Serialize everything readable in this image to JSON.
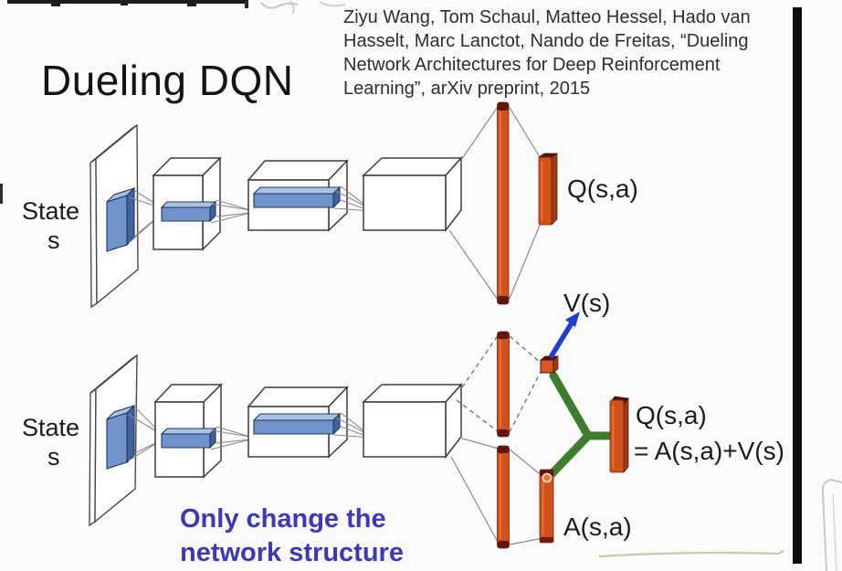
{
  "slide": {
    "title": "Dueling DQN",
    "citation_lines": [
      "Ziyu Wang, Tom Schaul, Matteo Hessel, Hado van",
      "Hasselt, Marc Lanctot, Nando de Freitas, “Dueling",
      "Network Architectures for Deep Reinforcement",
      "Learning”, arXiv preprint, 2015"
    ],
    "note": {
      "line1": "Only change the",
      "line2": "network structure"
    },
    "colors": {
      "layer_orange": "#D1511D",
      "cap_maroon": "#5F170E",
      "feature_blue": "#6F93CA",
      "combine_green": "#3E7D2B",
      "value_arrow_blue": "#1E3ECF",
      "note_blue": "#3A3AB8",
      "text": "#1C1C1C"
    }
  },
  "standard_network": {
    "state_label": "State",
    "state_symbol": "s",
    "output_label": "Q(s,a)"
  },
  "dueling_network": {
    "state_label": "State",
    "state_symbol": "s",
    "value_label": "V(s)",
    "advantage_label": "A(s,a)",
    "output_label": "Q(s,a)",
    "output_formula": "= A(s,a)+V(s)"
  }
}
